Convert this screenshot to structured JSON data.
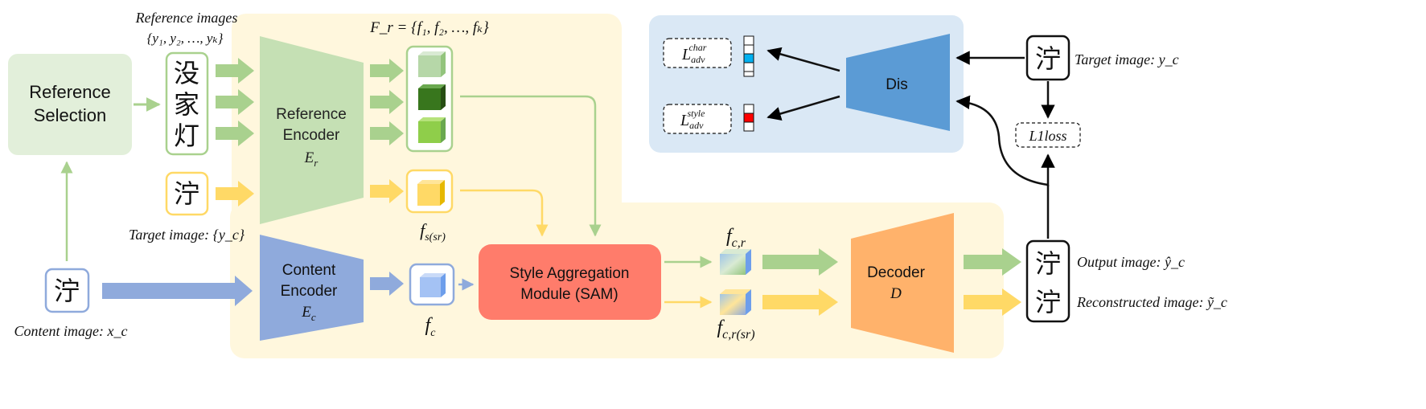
{
  "reference_selection": "Reference Selection",
  "reference_images_label": "Reference images",
  "reference_images_set": "{y₁, y₂, …, yₖ}",
  "reference_chars": [
    "没",
    "家",
    "灯"
  ],
  "target_char": "泞",
  "target_image_set_label": "Target image: {y_c}",
  "content_char": "泞",
  "content_image_label": "Content image: x_c",
  "reference_encoder": {
    "line1": "Reference",
    "line2": "Encoder",
    "symbol": "E",
    "sub": "r"
  },
  "content_encoder": {
    "line1": "Content",
    "line2": "Encoder",
    "symbol": "E",
    "sub": "c"
  },
  "fr_set": "F_r = {f₁, f₂, …, fₖ}",
  "fs_label": {
    "main": "f",
    "sub": "s(sr)"
  },
  "fc_label": {
    "main": "f",
    "sub": "c"
  },
  "fcr_label": {
    "main": "f",
    "sub": "c,r"
  },
  "fcrsr_label": {
    "main": "f",
    "sub": "c,r(sr)"
  },
  "sam": {
    "line1": "Style Aggregation",
    "line2": "Module (SAM)"
  },
  "decoder": {
    "line1": "Decoder",
    "line2": "D"
  },
  "dis_label": "Dis",
  "loss_char": {
    "main": "L",
    "sub": "adv",
    "sup": "char"
  },
  "loss_style": {
    "main": "L",
    "sub": "adv",
    "sup": "style"
  },
  "l1_loss": "L1loss",
  "target_image_label": "Target image: y_c",
  "output_chars": [
    "泞",
    "泞"
  ],
  "output_label": "Output image: ŷ_c",
  "reconstructed_label": "Reconstructed image: ỹ_c",
  "colors": {
    "green_fill": "#c5e0b4",
    "green_stroke": "#a9d18e",
    "yellow_fill": "#ffd966",
    "blue_fill": "#8faadc",
    "dis_fill": "#5b9bd5",
    "sam_fill": "#ff7c6b",
    "decoder_fill": "#ffb26b",
    "panel_yellow": "#fff7dd",
    "panel_blue": "#dae8f5"
  }
}
